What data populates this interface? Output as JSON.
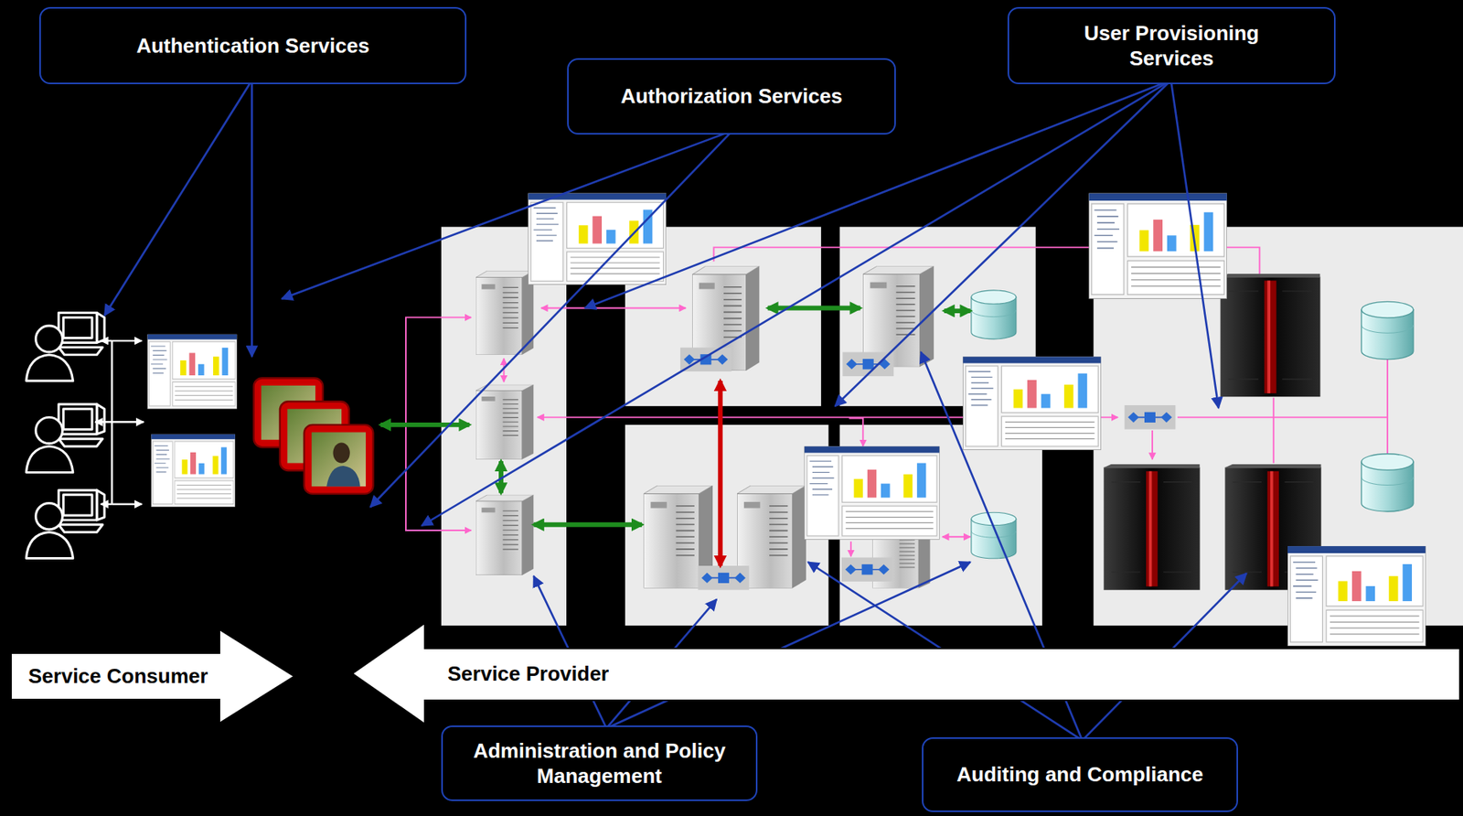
{
  "diagram": {
    "nodes": [
      {
        "text": [
          "Authentication Services"
        ]
      },
      {
        "text": [
          "Authorization Services"
        ]
      },
      {
        "text": [
          "User Provisioning Services"
        ]
      },
      {
        "text": [
          "Service Consumer"
        ]
      },
      {
        "text": [
          "Service Provider"
        ]
      },
      {
        "text": [
          "Administration and Policy Management"
        ]
      },
      {
        "text": [
          "Auditing and Compliance"
        ]
      }
    ]
  }
}
